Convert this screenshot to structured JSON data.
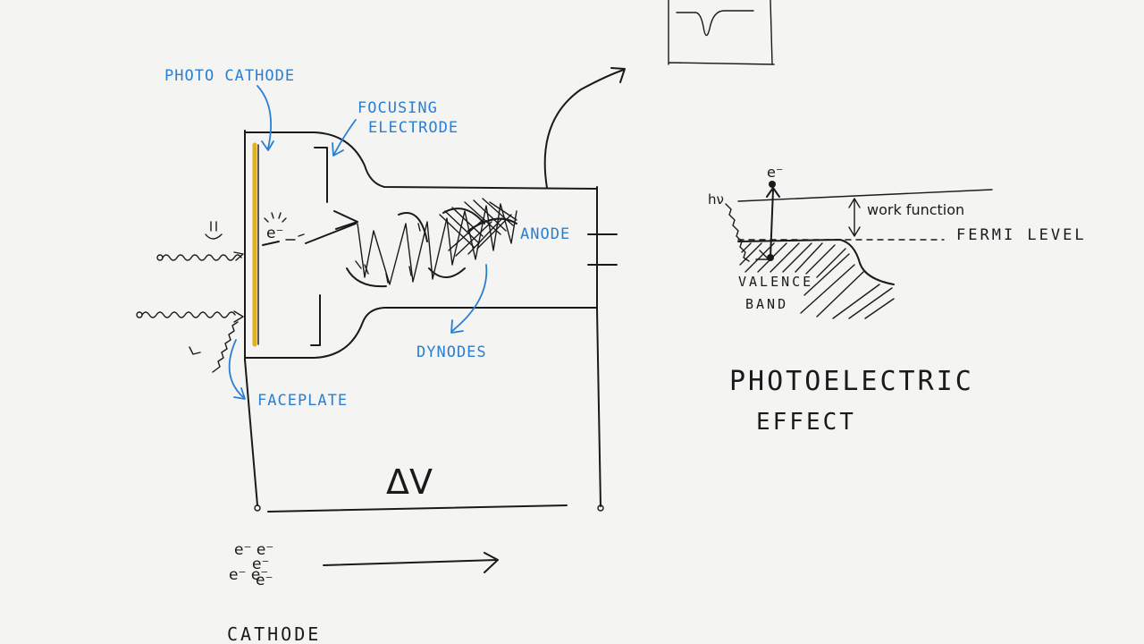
{
  "labels": {
    "photocathode": "PHOTO CATHODE",
    "focusing_electrode_line1": "FOCUSING",
    "focusing_electrode_line2": "ELECTRODE",
    "anode": "ANODE",
    "dynodes": "DYNODES",
    "faceplate": "FACEPLATE",
    "delta_v": "ΔV",
    "electron_inside": "e⁻",
    "electron_cloud": [
      "e⁻ e⁻",
      "e⁻",
      "e⁻ e⁻",
      "e⁻"
    ],
    "cathode": "CATHODE",
    "hv": "hν",
    "emitted_electron": "e⁻",
    "work_function": "work function",
    "fermi_level": "FERMI LEVEL",
    "valence_line1": "VALENCE",
    "valence_line2": "BAND",
    "photoelectric_line1": "PHOTOELECTRIC",
    "photoelectric_line2": "EFFECT"
  },
  "colors": {
    "ink": "#1a1a1a",
    "annotation_blue": "#2a7fd4",
    "photocathode_yellow": "#e0b020",
    "background": "#f4f4f2"
  }
}
